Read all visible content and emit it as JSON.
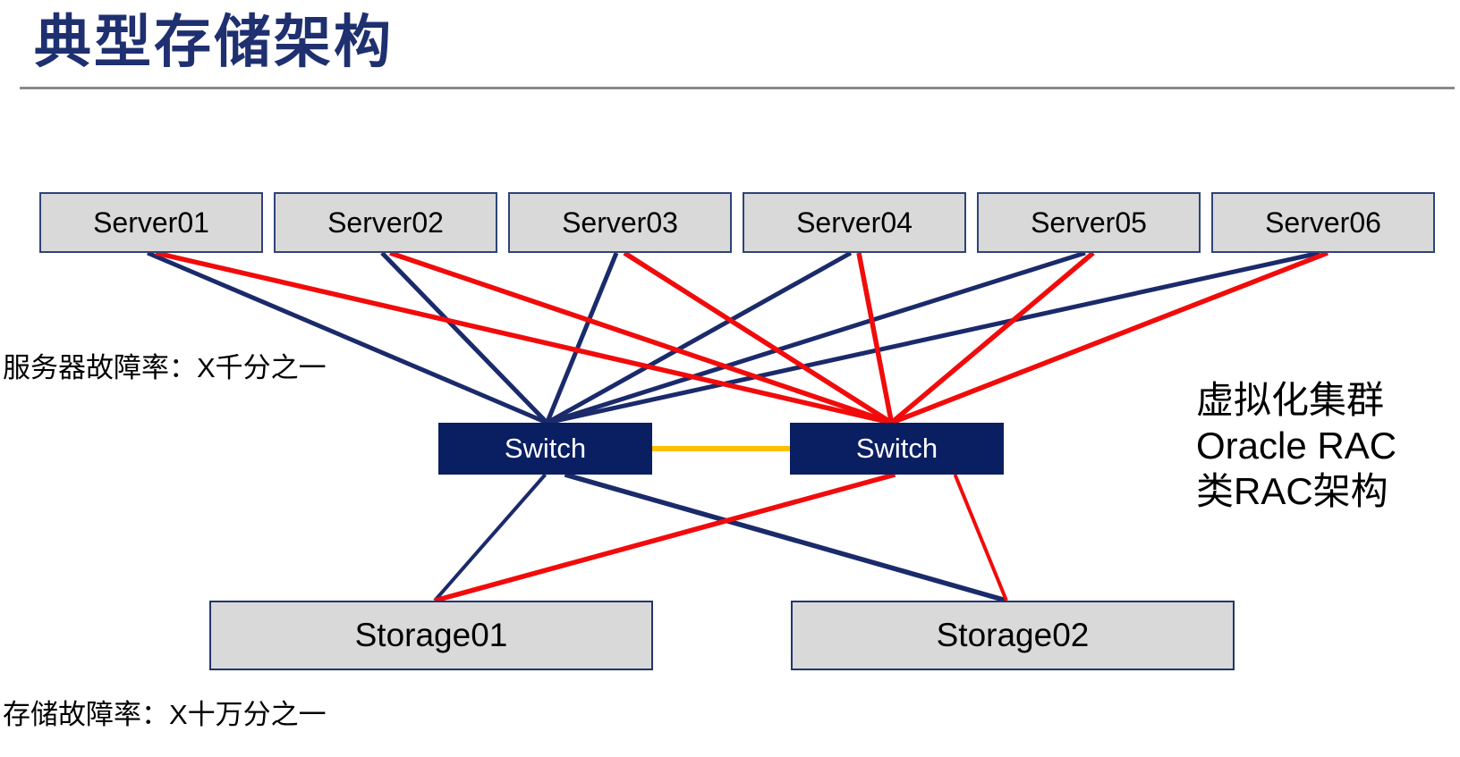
{
  "title": "典型存储架构",
  "notes": {
    "server_failure_rate": "服务器故障率：X千分之一",
    "storage_failure_rate": "存储故障率：X十万分之一",
    "cluster": [
      "虚拟化集群",
      "Oracle RAC",
      "类RAC架构"
    ]
  },
  "colors": {
    "navy": "#1A2A6B",
    "red": "#F10B0B",
    "gold": "#FFC000",
    "title_navy": "#1F3070",
    "box_fill": "#D9D9D9",
    "box_border": "#2F4377",
    "switch_fill": "#0A1E62",
    "rule_gray": "#8A8A8A"
  },
  "diagram": {
    "servers": [
      {
        "id": "sv1",
        "label": "Server01"
      },
      {
        "id": "sv2",
        "label": "Server02"
      },
      {
        "id": "sv3",
        "label": "Server03"
      },
      {
        "id": "sv4",
        "label": "Server04"
      },
      {
        "id": "sv5",
        "label": "Server05"
      },
      {
        "id": "sv6",
        "label": "Server06"
      }
    ],
    "switches": [
      {
        "id": "swa",
        "label": "Switch"
      },
      {
        "id": "swb",
        "label": "Switch"
      }
    ],
    "storages": [
      {
        "id": "st1",
        "label": "Storage01"
      },
      {
        "id": "st2",
        "label": "Storage02"
      }
    ],
    "edges": [
      {
        "from": "sv1",
        "to": "swa",
        "color": "navy",
        "w": 5,
        "fromDx": -4,
        "toDx": 2
      },
      {
        "from": "sv2",
        "to": "swa",
        "color": "navy",
        "w": 5,
        "fromDx": -4,
        "toDx": 2
      },
      {
        "from": "sv3",
        "to": "swa",
        "color": "navy",
        "w": 5,
        "fromDx": -4,
        "toDx": 2
      },
      {
        "from": "sv4",
        "to": "swa",
        "color": "navy",
        "w": 5,
        "fromDx": -4,
        "toDx": 2
      },
      {
        "from": "sv5",
        "to": "swa",
        "color": "navy",
        "w": 5,
        "fromDx": -4,
        "toDx": 2
      },
      {
        "from": "sv6",
        "to": "swa",
        "color": "navy",
        "w": 5,
        "fromDx": -4,
        "toDx": 2
      },
      {
        "from": "sv1",
        "to": "swb",
        "color": "red",
        "w": 5.5,
        "fromDx": 5,
        "toDx": -6
      },
      {
        "from": "sv2",
        "to": "swb",
        "color": "red",
        "w": 5.5,
        "fromDx": 5,
        "toDx": -6
      },
      {
        "from": "sv3",
        "to": "swb",
        "color": "red",
        "w": 5.5,
        "fromDx": 5,
        "toDx": -6
      },
      {
        "from": "sv4",
        "to": "swb",
        "color": "red",
        "w": 5.5,
        "fromDx": 5,
        "toDx": -6
      },
      {
        "from": "sv5",
        "to": "swb",
        "color": "red",
        "w": 5.5,
        "fromDx": 5,
        "toDx": -6
      },
      {
        "from": "sv6",
        "to": "swb",
        "color": "red",
        "w": 5.5,
        "fromDx": 5,
        "toDx": -6
      },
      {
        "from": "swa",
        "to": "st1",
        "color": "navy",
        "w": 4,
        "fromDx": 0,
        "toDx": 4
      },
      {
        "from": "swa",
        "to": "st2",
        "color": "navy",
        "w": 5.5,
        "fromDx": 22,
        "toDx": -7
      },
      {
        "from": "swb",
        "to": "st1",
        "color": "red",
        "w": 5.5,
        "fromDx": -2,
        "toDx": 4
      },
      {
        "from": "swb",
        "to": "st2",
        "color": "red",
        "w": 4,
        "fromDx": 65,
        "toDx": -7
      },
      {
        "from": "swa",
        "to": "swb",
        "color": "gold",
        "w": 6,
        "fromSide": "right",
        "toSide": "left"
      }
    ]
  }
}
